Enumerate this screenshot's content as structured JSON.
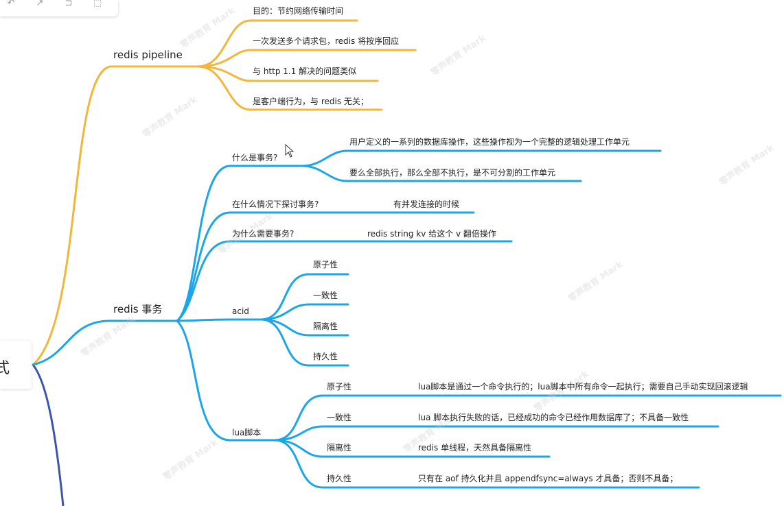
{
  "root": {
    "label": "式"
  },
  "watermark": "零声教育 Mark",
  "colors": {
    "pipeline": "#f2b63a",
    "transaction": "#1aa6e8",
    "root_down": "#3d55a8"
  },
  "toolbar": {
    "icons": [
      "undo-icon",
      "arrow-icon",
      "layout-icon",
      "fit-icon"
    ]
  },
  "pipeline": {
    "label": "redis pipeline",
    "children": [
      "目的：节约网络传输时间",
      "一次发送多个请求包，redis 将按序回应",
      "与 http 1.1 解决的问题类似",
      "是客户端行为，与 redis 无关；"
    ]
  },
  "transaction": {
    "label": "redis 事务",
    "what": {
      "label": "什么是事务?",
      "children": [
        "用户定义的一系列的数据库操作，这些操作视为一个完整的逻辑处理工作单元",
        "要么全部执行，那么全部不执行，是不可分割的工作单元"
      ]
    },
    "when": {
      "label": "在什么情况下探讨事务?",
      "answer": "有并发连接的时候"
    },
    "why": {
      "label": "为什么需要事务?",
      "answer": "redis string kv 给这个 v 翻倍操作"
    },
    "acid": {
      "label": "acid",
      "children": [
        "原子性",
        "一致性",
        "隔离性",
        "持久性"
      ]
    },
    "lua": {
      "label": "lua脚本",
      "children": [
        {
          "label": "原子性",
          "answer": "lua脚本是通过一个命令执行的；lua脚本中所有命令一起执行；需要自己手动实现回滚逻辑"
        },
        {
          "label": "一致性",
          "answer": "lua 脚本执行失败的话，已经成功的命令已经作用数据库了；不具备一致性"
        },
        {
          "label": "隔离性",
          "answer": "redis 单线程，天然具备隔离性"
        },
        {
          "label": "持久性",
          "answer": "只有在 aof 持久化并且 appendfsync=always 才具备；否则不具备；"
        }
      ]
    }
  }
}
